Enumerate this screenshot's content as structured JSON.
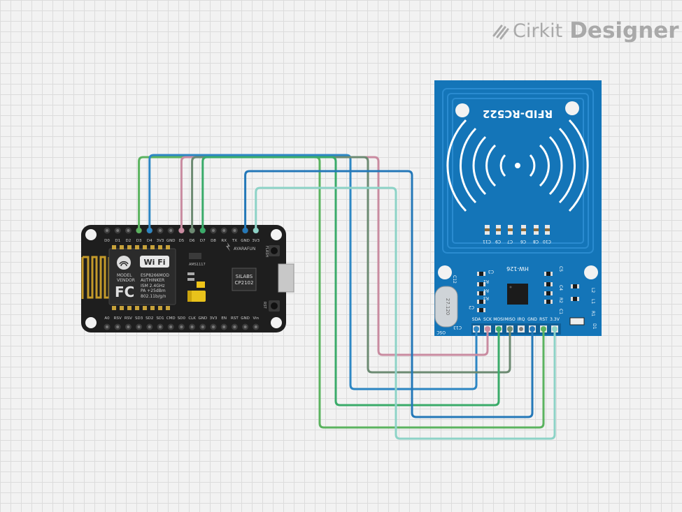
{
  "brand": {
    "word1": "Cirkit",
    "word2": "Designer"
  },
  "nodemcu": {
    "top_pins": [
      "D0",
      "D1",
      "D2",
      "D3",
      "D4",
      "3V3",
      "GND",
      "D5",
      "D6",
      "D7",
      "D8",
      "RX",
      "TX",
      "GND",
      "3V3"
    ],
    "bottom_pins": [
      "A0",
      "RSV",
      "RSV",
      "SD3",
      "SD2",
      "SD1",
      "CMD",
      "SD0",
      "CLK",
      "GND",
      "3V3",
      "EN",
      "RST",
      "GND",
      "Vin"
    ],
    "wifi_label": "Wi Fi",
    "model_lines": [
      "MODEL",
      "VENDOR"
    ],
    "module_lines": [
      "ESP8266MOD",
      "AI/THINKER",
      "ISM 2.4GHz",
      "PA +25dBm",
      "802.11b/g/n"
    ],
    "fcc_mark": "FC",
    "regulator": "AMS1117",
    "brand_text": "AYARAFUN",
    "usb_chip": [
      "SILABS",
      "CP2102"
    ],
    "flash_label": "FLASH",
    "rst_label": "RST"
  },
  "rfid": {
    "title": "RFID-RC522",
    "board_id": "HW-126",
    "pins": [
      "SDA",
      "SCK",
      "MOSI",
      "MISO",
      "IRQ",
      "GND",
      "RST",
      "3.3V"
    ],
    "cap_top": [
      "C11",
      "C9",
      "C7",
      "C6",
      "C8",
      "C10"
    ],
    "crystal": "27.120",
    "parts_left": [
      "C3",
      "R1",
      "R4",
      "R3",
      "C2",
      "C13",
      "OSC"
    ],
    "parts_right": [
      "C5",
      "C4",
      "R2",
      "C1",
      "R1",
      "L1",
      "L2",
      "D1",
      "C12"
    ]
  },
  "wires": [
    {
      "from": "D3",
      "to": "RST",
      "color": "#5bb35f"
    },
    {
      "from": "D4",
      "to": "SDA",
      "color": "#2d87c4"
    },
    {
      "from": "D5",
      "to": "SCK",
      "color": "#c98ba0"
    },
    {
      "from": "D6",
      "to": "MISO",
      "color": "#6c8a72"
    },
    {
      "from": "D7",
      "to": "MOSI",
      "color": "#3aab69"
    },
    {
      "from": "GND",
      "to": "GND",
      "color": "#2478b8"
    },
    {
      "from": "3V3",
      "to": "3.3V",
      "color": "#8dd3c7"
    }
  ]
}
